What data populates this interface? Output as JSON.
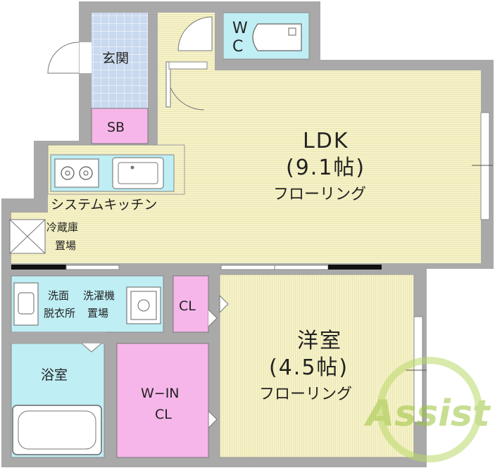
{
  "rooms": {
    "ldk": {
      "name": "LDK",
      "size": "(9.1帖)",
      "floor": "フローリング"
    },
    "western": {
      "name": "洋室",
      "size": "(4.5帖)",
      "floor": "フローリング"
    },
    "entrance": "玄関",
    "shoe_box": "SB",
    "toilet_line1": "W",
    "toilet_line2": "C",
    "kitchen": "システムキッチン",
    "fridge_line1": "冷蔵庫",
    "fridge_line2": "置場",
    "washroom_line1": "洗面",
    "washroom_line2": "脱衣所",
    "washer_line1": "洗濯機",
    "washer_line2": "置場",
    "closet": "CL",
    "bath": "浴室",
    "walkin_line1": "W−IN",
    "walkin_line2": "CL"
  },
  "watermark": "Assist",
  "colors": {
    "wall": "#a9a9a9",
    "floor": "#f4f1c4",
    "entrance_tile": "#c9d9ef",
    "storage": "#f7b6ea",
    "wet_area": "#bfeef4",
    "watermark_green": "#b9d96a"
  }
}
